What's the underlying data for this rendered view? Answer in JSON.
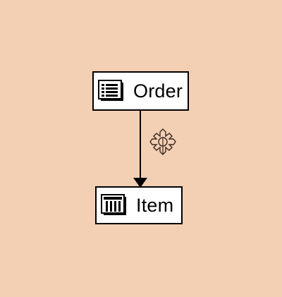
{
  "diagram": {
    "background": "#f3cfb4",
    "nodes": [
      {
        "id": "order",
        "label": "Order",
        "icon": "list-document-icon"
      },
      {
        "id": "item",
        "label": "Item",
        "icon": "table-grid-icon"
      }
    ],
    "edges": [
      {
        "from": "order",
        "to": "item",
        "icon": "relationship-gear-icon",
        "arrow": "filled"
      }
    ]
  }
}
